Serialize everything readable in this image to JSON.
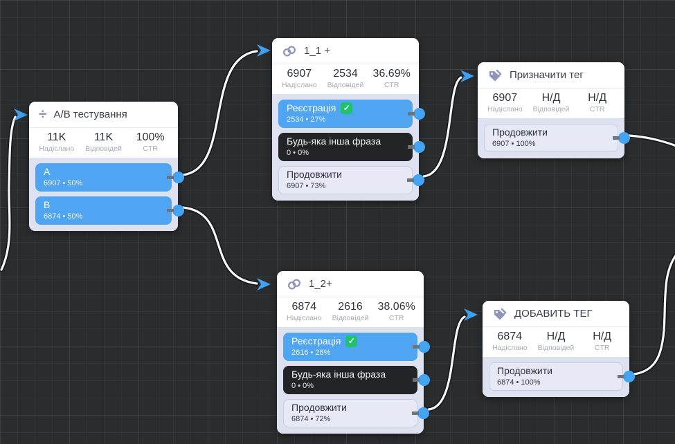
{
  "colors": {
    "canvas_bg": "#2a2c2e",
    "accent_blue": "#42a4f3",
    "check_green": "#21c26e",
    "node_body": "#dee2f0",
    "wire": "#f7f8fa"
  },
  "nodes": [
    {
      "title": "А/В тестування",
      "icon": "split-icon",
      "stats": [
        {
          "value": "11K",
          "label": "Надіслано"
        },
        {
          "value": "11K",
          "label": "Відповідей"
        },
        {
          "value": "100%",
          "label": "CTR"
        }
      ],
      "buttons": [
        {
          "label": "A",
          "sub": "6907 • 50%",
          "style": "blue"
        },
        {
          "label": "B",
          "sub": "6874 • 50%",
          "style": "blue"
        }
      ]
    },
    {
      "title": "1_1 +",
      "icon": "link-icon",
      "stats": [
        {
          "value": "6907",
          "label": "Надіслано"
        },
        {
          "value": "2534",
          "label": "Відповідей"
        },
        {
          "value": "36.69%",
          "label": "CTR"
        }
      ],
      "buttons": [
        {
          "label": "Реєстрація",
          "sub": "2534 • 27%",
          "style": "blue",
          "checked": true
        },
        {
          "label": "Будь-яка інша фраза",
          "sub": "0 • 0%",
          "style": "dark"
        },
        {
          "label": "Продовжити",
          "sub": "6907 • 73%",
          "style": "light"
        }
      ]
    },
    {
      "title": "Призначити тег",
      "icon": "tag-icon",
      "stats": [
        {
          "value": "6907",
          "label": "Надіслано"
        },
        {
          "value": "Н/Д",
          "label": "Відповідей"
        },
        {
          "value": "Н/Д",
          "label": "CTR"
        }
      ],
      "buttons": [
        {
          "label": "Продовжити",
          "sub": "6907 • 100%",
          "style": "light"
        }
      ]
    },
    {
      "title": "1_2+",
      "icon": "link-icon",
      "stats": [
        {
          "value": "6874",
          "label": "Надіслано"
        },
        {
          "value": "2616",
          "label": "Відповідей"
        },
        {
          "value": "38.06%",
          "label": "CTR"
        }
      ],
      "buttons": [
        {
          "label": "Реєстрація",
          "sub": "2616 • 28%",
          "style": "blue",
          "checked": true
        },
        {
          "label": "Будь-яка інша фраза",
          "sub": "0 • 0%",
          "style": "dark"
        },
        {
          "label": "Продовжити",
          "sub": "6874 • 72%",
          "style": "light"
        }
      ]
    },
    {
      "title": "ДОБАВИТЬ ТЕГ",
      "icon": "tag-icon",
      "stats": [
        {
          "value": "6874",
          "label": "Надіслано"
        },
        {
          "value": "Н/Д",
          "label": "Відповідей"
        },
        {
          "value": "Н/Д",
          "label": "CTR"
        }
      ],
      "buttons": [
        {
          "label": "Продовжити",
          "sub": "6874 • 100%",
          "style": "light"
        }
      ]
    }
  ],
  "connections": [
    {
      "from": "offscreen-left",
      "to": "А/В тестування"
    },
    {
      "from": "А/В тестування: A",
      "to": "1_1 +"
    },
    {
      "from": "А/В тестування: B",
      "to": "1_2+"
    },
    {
      "from": "1_1 +: Продовжити",
      "to": "Призначити тег"
    },
    {
      "from": "Призначити тег: Продовжити",
      "to": "offscreen-right"
    },
    {
      "from": "1_2+: Продовжити",
      "to": "ДОБАВИТЬ ТЕГ"
    },
    {
      "from": "ДОБАВИТЬ ТЕГ: Продовжити",
      "to": "offscreen-right"
    }
  ]
}
